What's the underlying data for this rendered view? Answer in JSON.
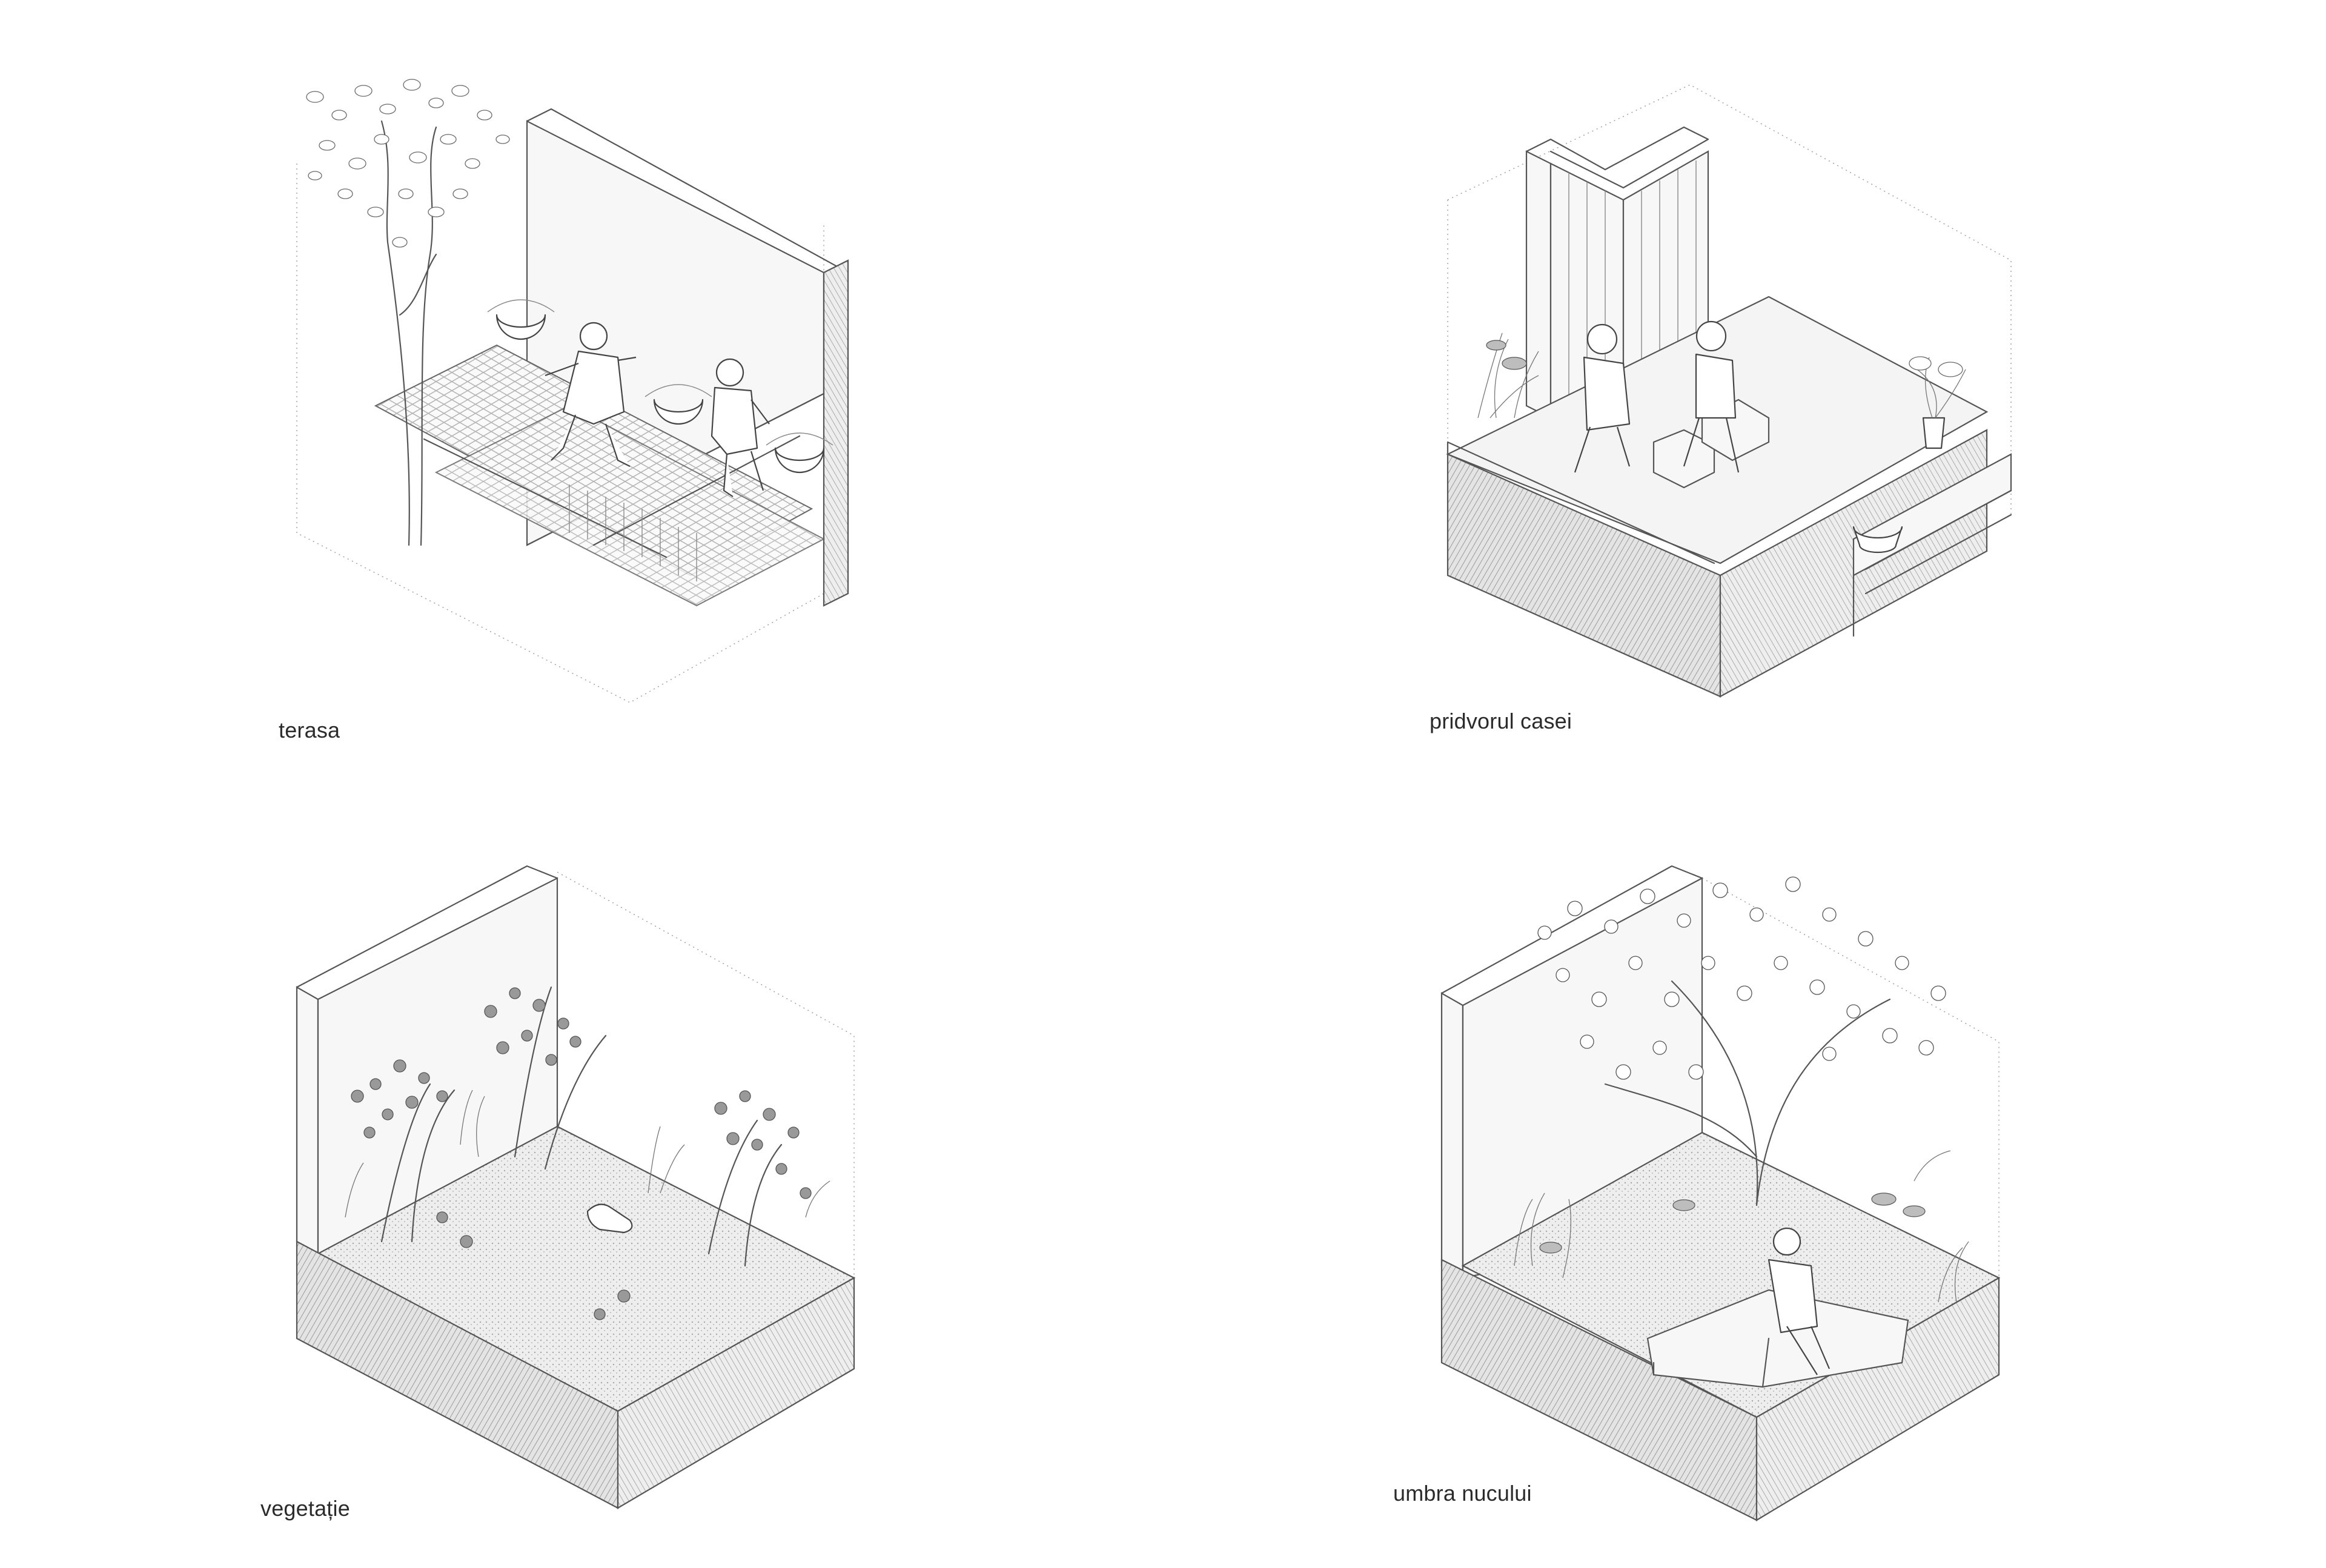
{
  "captions": {
    "terasa": "terasa",
    "pridvorul": "pridvorul casei",
    "vegetatie": "vegetație",
    "umbra": "umbra nucului"
  }
}
